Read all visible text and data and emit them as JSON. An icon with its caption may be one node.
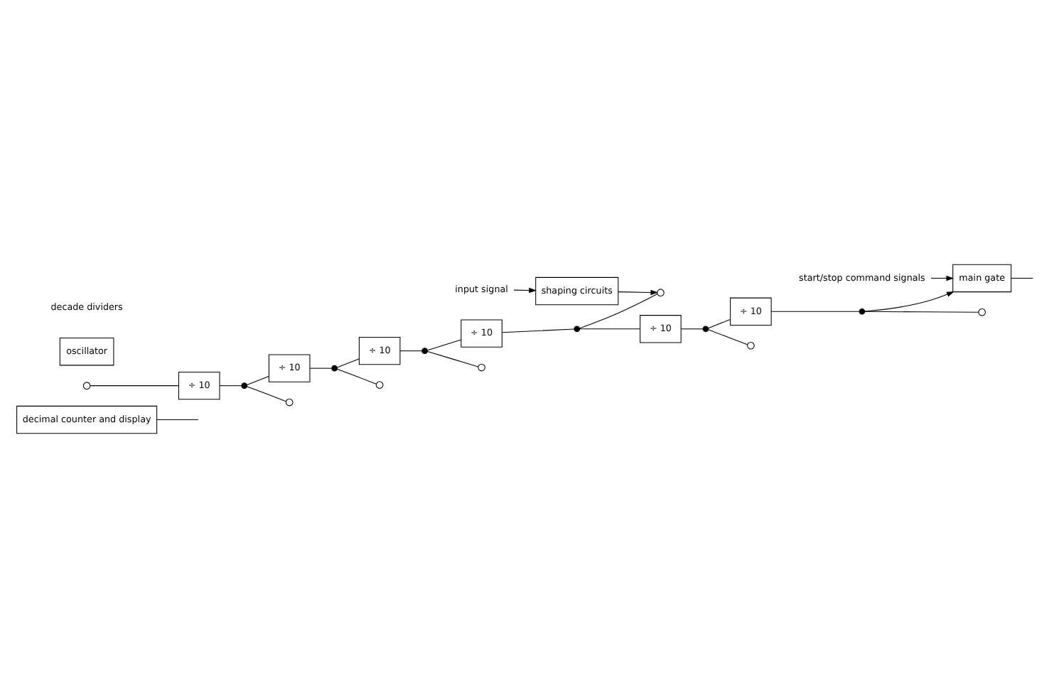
{
  "diagram": {
    "nodes": [
      {
        "text": [
          "decimal counter and display"
        ]
      },
      {
        "text": [
          "input signal"
        ]
      },
      {
        "text": [
          "shaping circuits"
        ]
      },
      {
        "text": [
          "main gate"
        ]
      },
      {
        "text": [
          "start/stop command signals"
        ]
      },
      {
        "text": [
          "oscillator"
        ]
      },
      {
        "text": [
          "÷ 10"
        ]
      },
      {
        "text": [
          "÷ 10"
        ]
      },
      {
        "text": [
          "÷ 10"
        ]
      },
      {
        "text": [
          "÷ 10"
        ]
      },
      {
        "text": [
          "÷ 10"
        ]
      },
      {
        "text": [
          "÷ 10"
        ]
      },
      {
        "text": [],
        "shape": "circle"
      },
      {
        "text": [],
        "shape": "circle"
      },
      {
        "text": [],
        "shape": "circle"
      },
      {
        "text": [],
        "shape": "circle"
      },
      {
        "text": [],
        "shape": "circle"
      },
      {
        "text": [],
        "shape": "circle"
      },
      {
        "text": [],
        "shape": "circle"
      },
      {
        "text": [],
        "shape": "dot"
      },
      {
        "text": [],
        "shape": "dot"
      },
      {
        "text": [],
        "shape": "dot"
      },
      {
        "text": [],
        "shape": "dot"
      },
      {
        "text": [],
        "shape": "dot"
      },
      {
        "text": [],
        "shape": "dot"
      }
    ],
    "edges": [
      {
        "from": 1,
        "to": 2,
        "arrow": "to"
      },
      {
        "from": 2,
        "to": 16,
        "arrow": "to"
      },
      {
        "from": 12,
        "to": 6,
        "arrow": "none"
      },
      {
        "from": 6,
        "to": 19,
        "arrow": "none"
      },
      {
        "from": 19,
        "to": 13,
        "arrow": "none"
      },
      {
        "from": 19,
        "to": 7,
        "arrow": "none"
      },
      {
        "from": 7,
        "to": 20,
        "arrow": "none"
      },
      {
        "from": 20,
        "to": 14,
        "arrow": "none"
      },
      {
        "from": 20,
        "to": 8,
        "arrow": "none"
      },
      {
        "from": 8,
        "to": 21,
        "arrow": "none"
      },
      {
        "from": 21,
        "to": 15,
        "arrow": "none"
      },
      {
        "from": 21,
        "to": 9,
        "arrow": "none"
      },
      {
        "from": 9,
        "to": 22,
        "arrow": "none"
      },
      {
        "from": 22,
        "to": 16,
        "arrow": "none"
      },
      {
        "from": 22,
        "to": 10,
        "arrow": "none"
      },
      {
        "from": 10,
        "to": 23,
        "arrow": "none"
      },
      {
        "from": 23,
        "to": 17,
        "arrow": "none"
      },
      {
        "from": 23,
        "to": 11,
        "arrow": "none"
      },
      {
        "from": 11,
        "to": 24,
        "arrow": "none"
      },
      {
        "from": 24,
        "to": 18,
        "arrow": "none"
      },
      {
        "from": 24,
        "to": 3,
        "arrow": "to"
      },
      {
        "from": 4,
        "to": 3,
        "arrow": "to"
      },
      {
        "from": 0,
        "to": null,
        "arrow": "none"
      },
      {
        "from": 3,
        "to": null,
        "arrow": "none"
      }
    ],
    "labels": [
      "decade dividers"
    ]
  }
}
